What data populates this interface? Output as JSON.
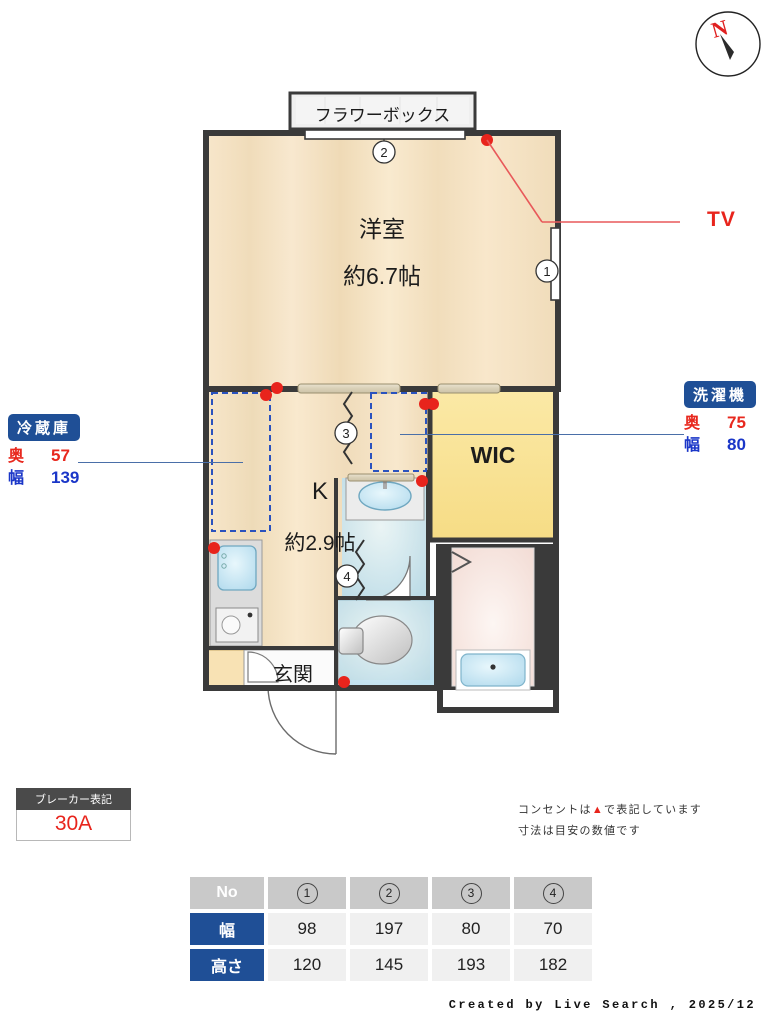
{
  "compass": {
    "north_label": "N"
  },
  "rooms": [
    {
      "name": "洋室",
      "area": "約6.7帖"
    },
    {
      "name": "K",
      "area": "約2.9帖"
    },
    {
      "name": "WIC",
      "area": ""
    },
    {
      "name": "玄関",
      "area": ""
    }
  ],
  "labels": {
    "flower_box": "フラワーボックス",
    "tv": "TV",
    "washitsu": "洋室",
    "washitsu_area": "約6.7帖",
    "kitchen": "K",
    "kitchen_area": "約2.9帖",
    "wic": "WIC",
    "genkan": "玄関"
  },
  "annotations": {
    "fridge": {
      "tag": "冷蔵庫",
      "depth_label": "奥",
      "depth_value": "57",
      "width_label": "幅",
      "width_value": "139"
    },
    "washer": {
      "tag": "洗濯機",
      "depth_label": "奥",
      "depth_value": "75",
      "width_label": "幅",
      "width_value": "80"
    }
  },
  "markers": [
    {
      "id": "1"
    },
    {
      "id": "2"
    },
    {
      "id": "3"
    },
    {
      "id": "4"
    }
  ],
  "breaker": {
    "title": "ブレーカー表記",
    "value": "30A"
  },
  "note": {
    "line1_pre": "コンセントは",
    "line1_sym": "▲",
    "line1_post": "で表記しています",
    "line2": "寸法は目安の数値です"
  },
  "spec_table": {
    "row_headers": [
      "No",
      "幅",
      "高さ"
    ],
    "numbers": [
      "1",
      "2",
      "3",
      "4"
    ],
    "width": [
      "98",
      "197",
      "80",
      "70"
    ],
    "height": [
      "120",
      "145",
      "193",
      "182"
    ]
  },
  "footer": {
    "credit": "Created by Live Search , 2025/12"
  },
  "colors": {
    "accent_blue": "#1f4f96",
    "accent_red": "#e8241c",
    "dim_blue": "#1a36c8",
    "wall": "#3a3a3a",
    "floor": "#f6e3c6",
    "wic": "#f7e08f",
    "water": "#bfe2f2",
    "bath_room": "#f7e7e2"
  }
}
